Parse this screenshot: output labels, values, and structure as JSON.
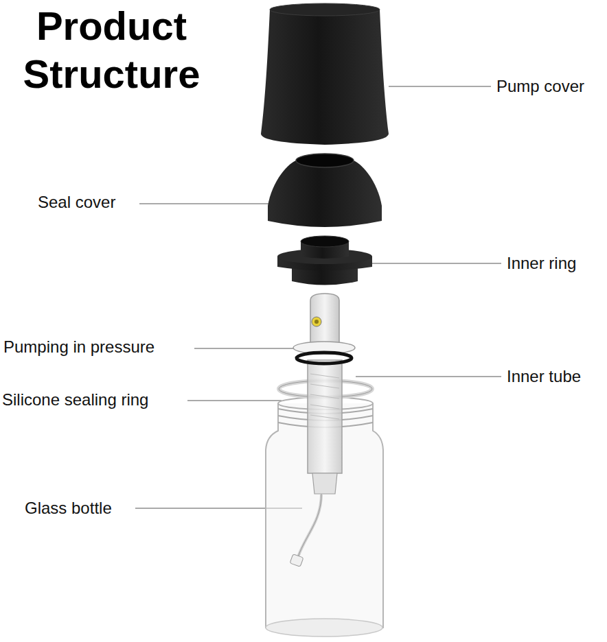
{
  "diagram": {
    "title": "Product Structure",
    "labels": [
      "Pump cover",
      "Seal cover",
      "Inner ring",
      "Pumping in pressure",
      "Inner tube",
      "Silicone sealing ring",
      "Glass bottle"
    ]
  }
}
